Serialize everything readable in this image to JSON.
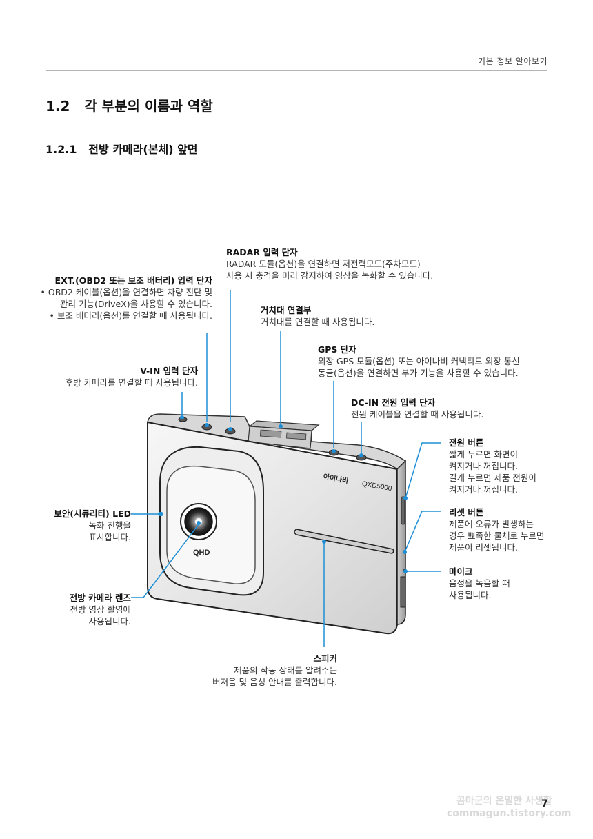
{
  "header": {
    "section": "기본 정보 알아보기"
  },
  "title": "1.2   각 부분의 이름과 역할",
  "subtitle": "1.2.1   전방 카메라(본체) 앞면",
  "device": {
    "brand": "아이나비",
    "model": "QXD5000",
    "lens_badge": "QHD"
  },
  "callouts": {
    "radar": {
      "title": "RADAR 입력 단자",
      "lines": [
        "RADAR 모듈(옵션)을 연결하면 저전력모드(주차모드)",
        "사용 시 충격을 미리 감지하여 영상을 녹화할 수 있습니다."
      ]
    },
    "ext": {
      "title": "EXT.(OBD2 또는 보조 배터리) 입력 단자",
      "lines": [
        "• OBD2 케이블(옵션)을 연결하면 차량 진단 및",
        "관리 기능(DriveX)을 사용할 수 있습니다.",
        "• 보조 배터리(옵션)를 연결할 때 사용됩니다."
      ]
    },
    "mount": {
      "title": "거치대 연결부",
      "lines": [
        "거치대를 연결할 때 사용됩니다."
      ]
    },
    "gps": {
      "title": "GPS 단자",
      "lines": [
        "외장 GPS 모듈(옵션) 또는 아이나비 커넥티드 외장 통신",
        "동글(옵션)을 연결하면 부가 기능을 사용할 수 있습니다."
      ]
    },
    "vin": {
      "title": "V-IN 입력 단자",
      "lines": [
        "후방 카메라를 연결할 때 사용됩니다."
      ]
    },
    "dcin": {
      "title": "DC-IN 전원 입력 단자",
      "lines": [
        "전원 케이블을 연결할 때 사용됩니다."
      ]
    },
    "power": {
      "title": "전원 버튼",
      "lines": [
        "짧게 누르면 화면이",
        "켜지거나 꺼집니다.",
        "길게 누르면 제품 전원이",
        "켜지거나 꺼집니다."
      ]
    },
    "led": {
      "title": "보안(시큐리티) LED",
      "lines": [
        "녹화 진행을",
        "표시합니다."
      ]
    },
    "reset": {
      "title": "리셋 버튼",
      "lines": [
        "제품에 오류가 발생하는",
        "경우 뾰족한 물체로 누르면",
        "제품이 리셋됩니다."
      ]
    },
    "mic": {
      "title": "마이크",
      "lines": [
        "음성을 녹음할 때",
        "사용됩니다."
      ]
    },
    "lens": {
      "title": "전방 카메라 렌즈",
      "lines": [
        "전방 영상 촬영에",
        "사용됩니다."
      ]
    },
    "speaker": {
      "title": "스피커",
      "lines": [
        "제품의 작동 상태를 알려주는",
        "버저음 및 음성 안내를 출력합니다."
      ]
    }
  },
  "page_number": "7",
  "watermark": {
    "line1": "콤마군의 은밀한 사생활",
    "line2": "commagun.tistory.com"
  },
  "colors": {
    "accent": "#1e8fd6",
    "rule": "#b5b5b5"
  }
}
